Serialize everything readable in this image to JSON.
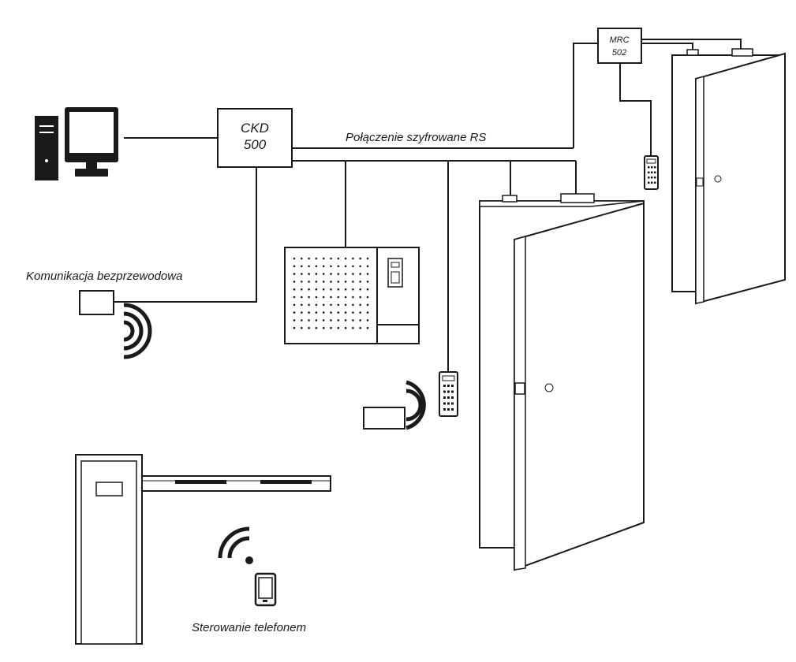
{
  "labels": {
    "controller_line1": "CKD",
    "controller_line2": "500",
    "door_controller_line1": "MRC",
    "door_controller_line2": "502",
    "rs_connection": "Połączenie szyfrowane RS",
    "wireless": "Komunikacja bezprzewodowa",
    "phone_control": "Sterowanie telefonem"
  },
  "colors": {
    "line": "#1a1a1a",
    "background": "#ffffff"
  },
  "icons": [
    "computer-icon",
    "wifi-icon",
    "smartphone-icon",
    "keypad-icon",
    "rfid-card-icon",
    "door-icon",
    "barrier-icon",
    "intercom-icon"
  ]
}
